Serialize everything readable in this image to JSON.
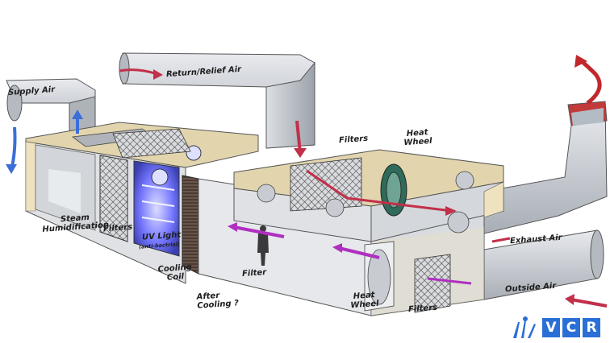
{
  "labels": {
    "supply_air": "Supply Air",
    "return_relief_air": "Return/Relief Air",
    "filters_top": "Filters",
    "heat_wheel_top_1": "Heat",
    "heat_wheel_top_2": "Wheel",
    "steam_1": "Steam",
    "steam_2": "Humidification",
    "filters_left": "Filters",
    "uv_light": "UV Light",
    "uv_note": "(anti-bactrial)",
    "cooling_1": "Cooling",
    "cooling_2": "Coil",
    "after_1": "After",
    "after_2": "Cooling ?",
    "filter": "Filter",
    "exhaust_air": "Exhaust Air",
    "heat_wheel_bot_1": "Heat",
    "heat_wheel_bot_2": "Wheel",
    "filters_bottom": "Filters",
    "outside_air": "Outside Air"
  },
  "logo": {
    "l1": "V",
    "l2": "C",
    "l3": "R"
  },
  "colors": {
    "duct": "#c9ccd1",
    "duct_dark": "#9aa0a8",
    "insulation": "#efe2bf",
    "interior": "#e4e6e9",
    "supply_arrow": "#3b6fd8",
    "return_arrow": "#c2304a",
    "flow_arrow": "#b02fc0",
    "exhaust_arrow": "#c0282c",
    "uv_glow": "#6a6cff",
    "logo": "#2a6fd6"
  }
}
